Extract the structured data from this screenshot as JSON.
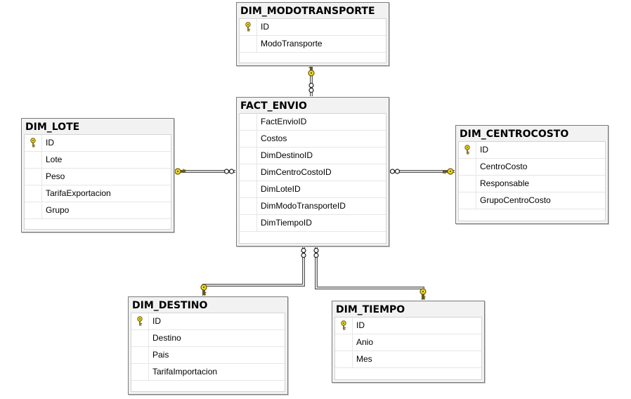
{
  "tables": {
    "modotransporte": {
      "title": "DIM_MODOTRANSPORTE",
      "columns": [
        {
          "name": "ID",
          "primary_key": true
        },
        {
          "name": "ModoTransporte",
          "primary_key": false
        }
      ]
    },
    "fact_envio": {
      "title": "FACT_ENVIO",
      "columns": [
        {
          "name": "FactEnvioID",
          "primary_key": false
        },
        {
          "name": "Costos",
          "primary_key": false
        },
        {
          "name": "DimDestinoID",
          "primary_key": false
        },
        {
          "name": "DimCentroCostoID",
          "primary_key": false
        },
        {
          "name": "DimLoteID",
          "primary_key": false
        },
        {
          "name": "DimModoTransporteID",
          "primary_key": false
        },
        {
          "name": "DimTiempoID",
          "primary_key": false
        }
      ]
    },
    "lote": {
      "title": "DIM_LOTE",
      "columns": [
        {
          "name": "ID",
          "primary_key": true
        },
        {
          "name": "Lote",
          "primary_key": false
        },
        {
          "name": "Peso",
          "primary_key": false
        },
        {
          "name": "TarifaExportacion",
          "primary_key": false
        },
        {
          "name": "Grupo",
          "primary_key": false
        }
      ]
    },
    "centrocosto": {
      "title": "DIM_CENTROCOSTO",
      "columns": [
        {
          "name": "ID",
          "primary_key": true
        },
        {
          "name": "CentroCosto",
          "primary_key": false
        },
        {
          "name": "Responsable",
          "primary_key": false
        },
        {
          "name": "GrupoCentroCosto",
          "primary_key": false
        }
      ]
    },
    "destino": {
      "title": "DIM_DESTINO",
      "columns": [
        {
          "name": "ID",
          "primary_key": true
        },
        {
          "name": "Destino",
          "primary_key": false
        },
        {
          "name": "Pais",
          "primary_key": false
        },
        {
          "name": "TarifaImportacion",
          "primary_key": false
        }
      ]
    },
    "tiempo": {
      "title": "DIM_TIEMPO",
      "columns": [
        {
          "name": "ID",
          "primary_key": true
        },
        {
          "name": "Anio",
          "primary_key": false
        },
        {
          "name": "Mes",
          "primary_key": false
        }
      ]
    }
  },
  "relationships": [
    {
      "from": "fact_envio",
      "to": "modotransporte",
      "one_end": "key-icon",
      "many_end": "infinity-icon"
    },
    {
      "from": "fact_envio",
      "to": "lote",
      "one_end": "key-icon",
      "many_end": "infinity-icon"
    },
    {
      "from": "fact_envio",
      "to": "centrocosto",
      "one_end": "key-icon",
      "many_end": "infinity-icon"
    },
    {
      "from": "fact_envio",
      "to": "destino",
      "one_end": "key-icon",
      "many_end": "infinity-icon"
    },
    {
      "from": "fact_envio",
      "to": "tiempo",
      "one_end": "key-icon",
      "many_end": "infinity-icon"
    }
  ],
  "colors": {
    "key_fill": "#f2d92b",
    "key_stroke": "#6b5a00",
    "line": "#555555",
    "title_bg": "#f2f2f2",
    "border": "#7a7a7a"
  }
}
